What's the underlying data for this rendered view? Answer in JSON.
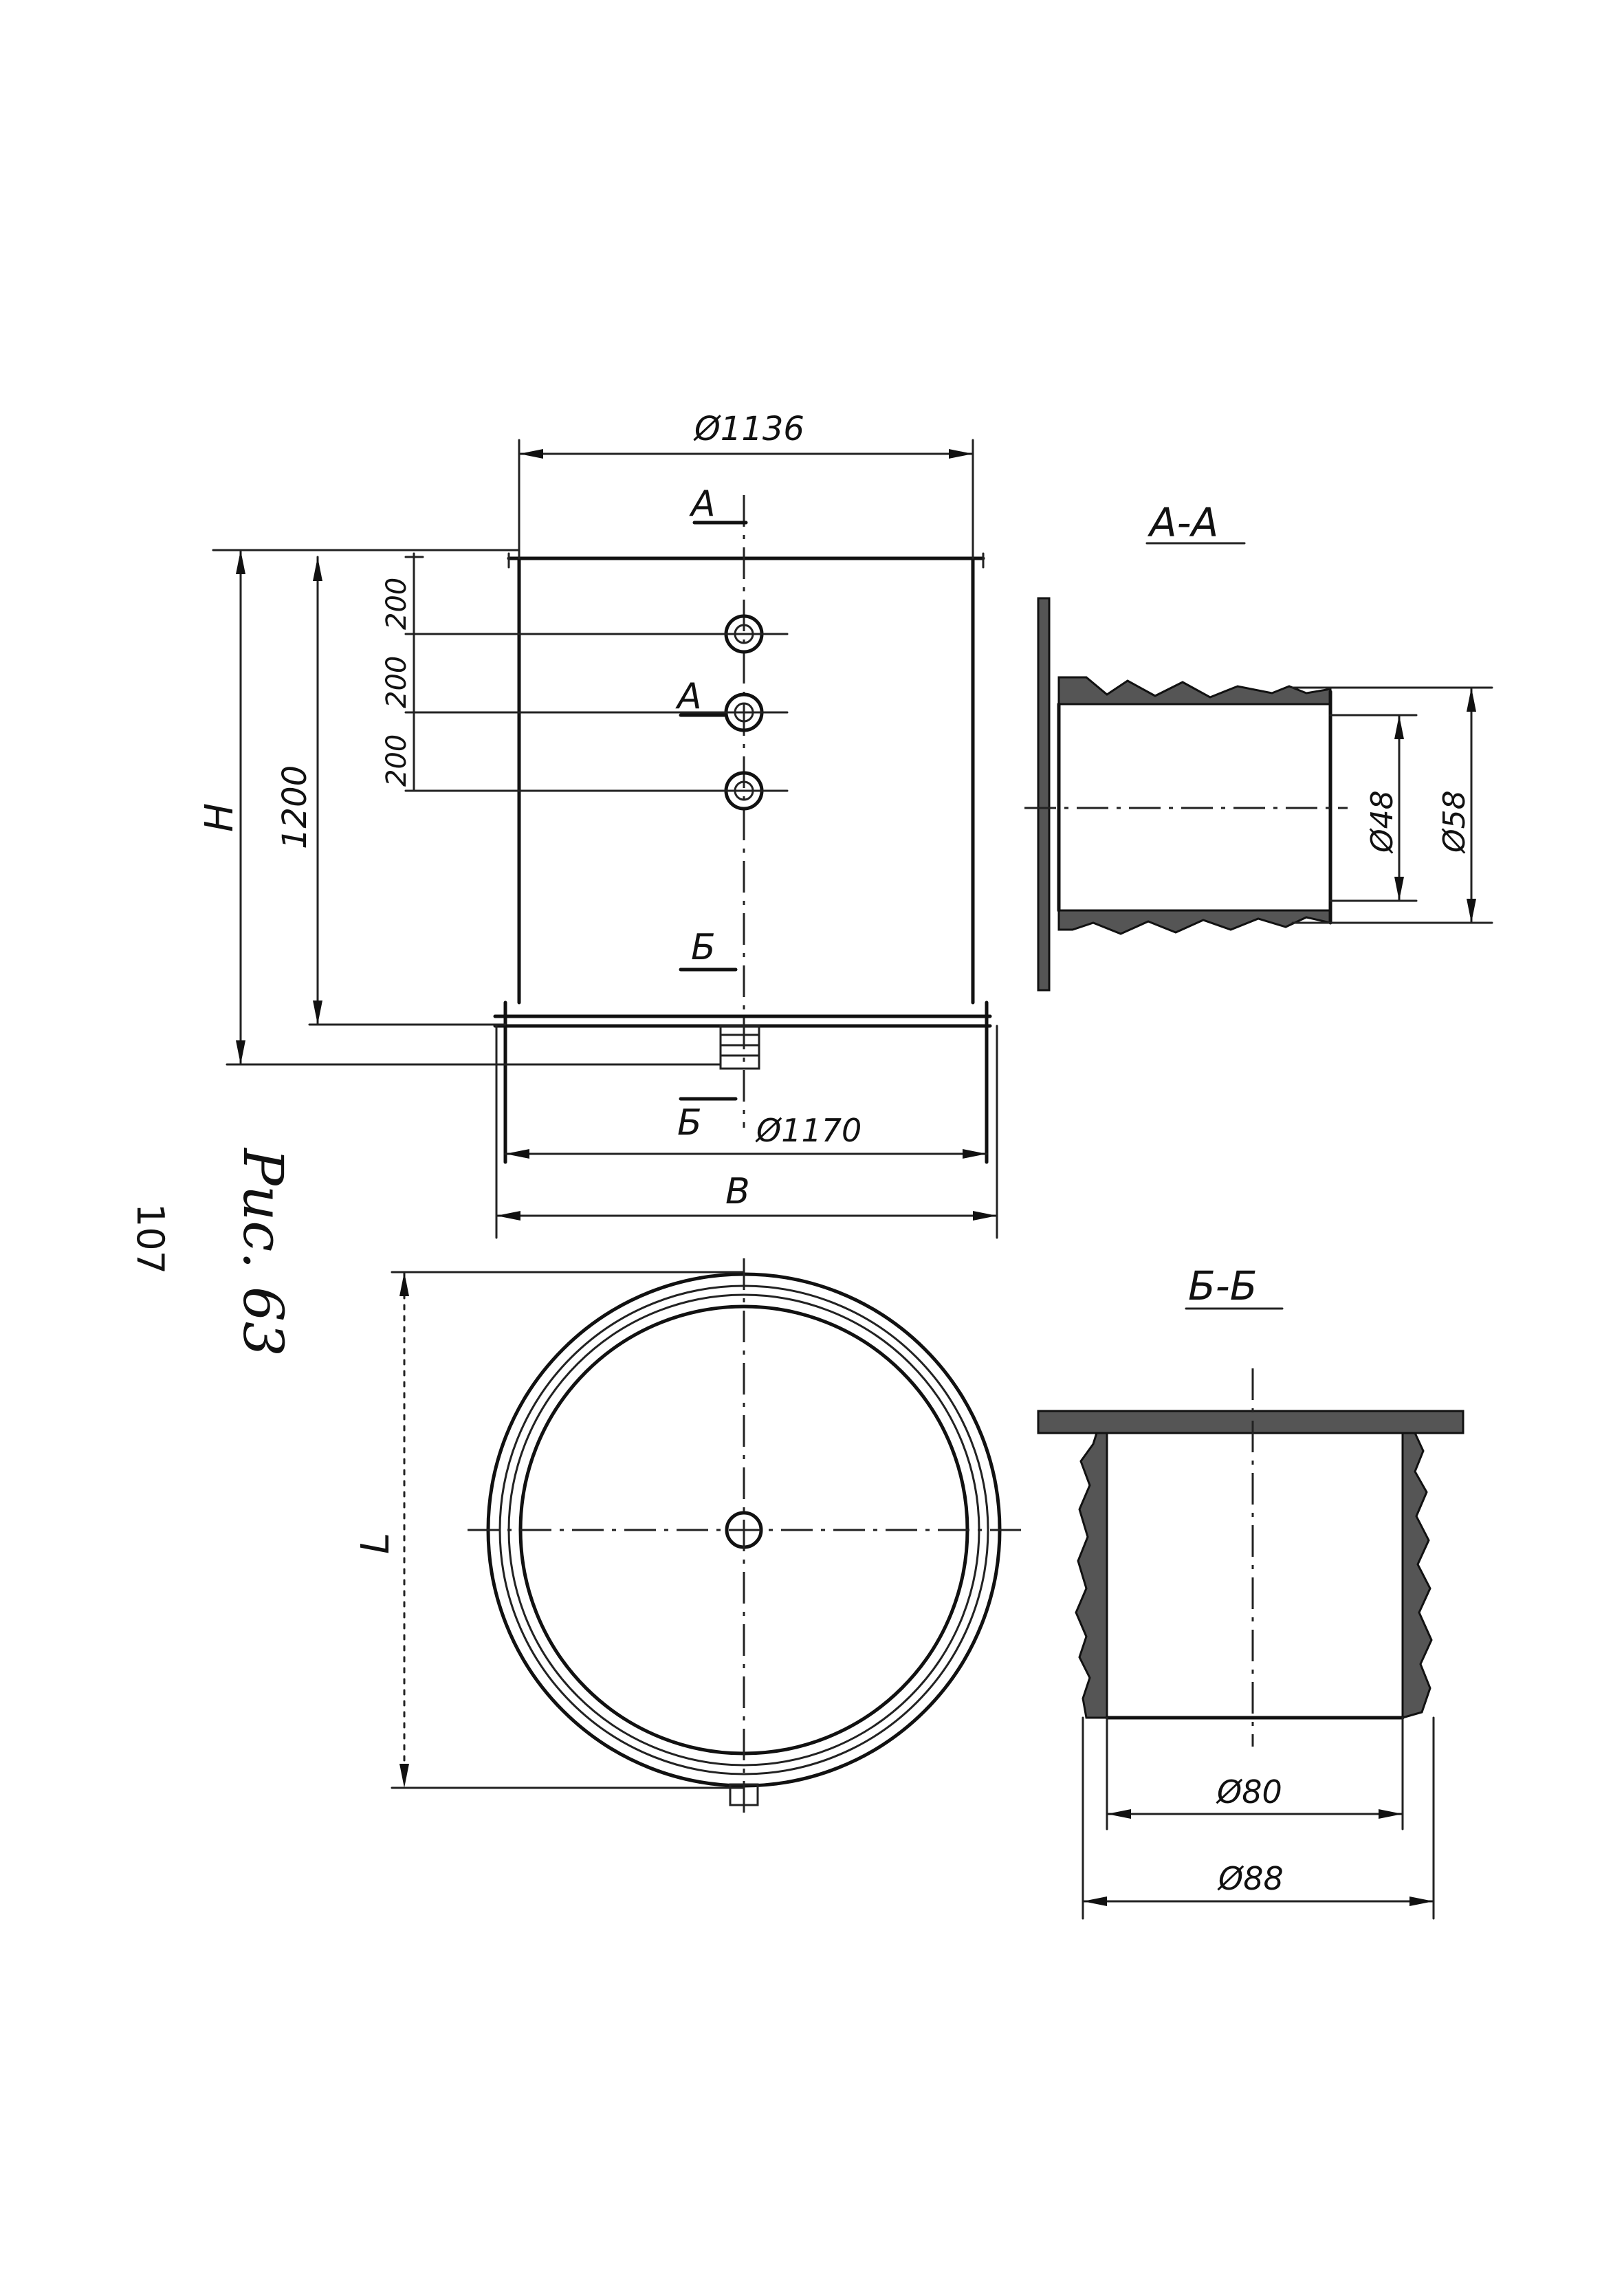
{
  "drawing": {
    "page_number": "107",
    "figure_caption": "Рис. 63",
    "main_view": {
      "top_diameter": "Ø1136",
      "bottom_diameter": "Ø1170",
      "overall_width": "B",
      "overall_height": "H",
      "body_height": "1200",
      "hole_spacing": [
        "200",
        "200",
        "200"
      ],
      "section_mark_a": "A",
      "section_mark_b": "Б"
    },
    "section_aa": {
      "title": "A-A",
      "inner_diameter": "Ø48",
      "outer_diameter": "Ø58"
    },
    "section_bb": {
      "title": "Б-Б",
      "inner_diameter": "Ø80",
      "outer_diameter": "Ø88"
    },
    "plan_view": {
      "diameter_label": "L"
    }
  }
}
